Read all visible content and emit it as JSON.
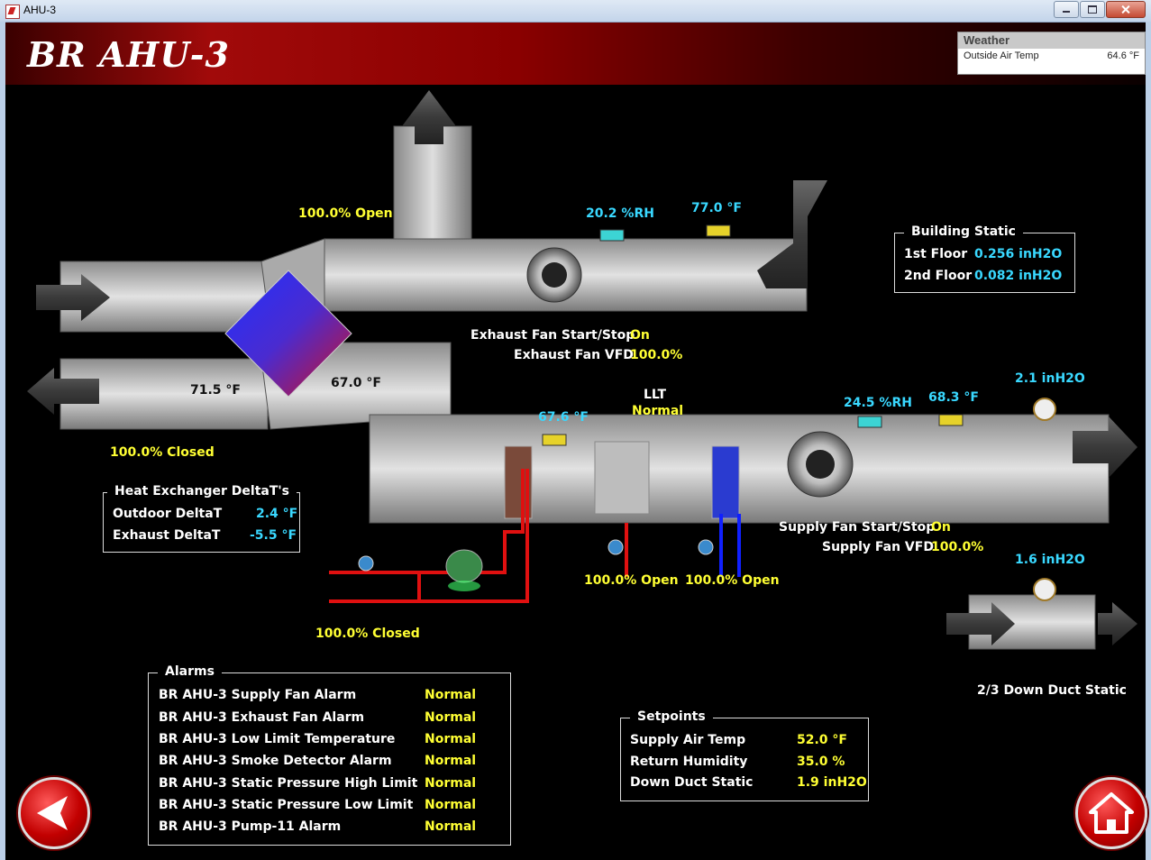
{
  "window": {
    "title": "AHU-3"
  },
  "header": {
    "title": "BR AHU-3"
  },
  "weather": {
    "title": "Weather",
    "label": "Outside Air Temp",
    "value": "64.6 °F"
  },
  "exhaust_damper": "100.0% Open",
  "return_rh": "20.2 %RH",
  "return_temp": "77.0 °F",
  "exhaust_fan": {
    "start_label": "Exhaust Fan Start/Stop",
    "start_value": "On",
    "vfd_label": "Exhaust Fan VFD",
    "vfd_value": "100.0%"
  },
  "outdoor_damper": "100.0% Closed",
  "hx_temp_left": "71.5 °F",
  "hx_temp_right": "67.0 °F",
  "preheat_temp": "67.6 °F",
  "llt": {
    "label": "LLT",
    "value": "Normal"
  },
  "supply_rh": "24.5 %RH",
  "supply_temp": "68.3 °F",
  "supply_static": "2.1 inH2O",
  "supply_fan": {
    "start_label": "Supply Fan Start/Stop",
    "start_value": "On",
    "vfd_label": "Supply Fan VFD",
    "vfd_value": "100.0%"
  },
  "down_duct": {
    "static": "1.6 inH2O",
    "label": "2/3 Down Duct Static"
  },
  "valves": {
    "hot_water": "100.0% Open",
    "chilled_water": "100.0% Open",
    "pump_valve": "100.0% Closed"
  },
  "building_static": {
    "title": "Building Static",
    "rows": [
      {
        "label": "1st Floor",
        "value": "0.256 inH2O"
      },
      {
        "label": "2nd Floor",
        "value": "0.082 inH2O"
      }
    ]
  },
  "hx_delta": {
    "title": "Heat Exchanger DeltaT's",
    "rows": [
      {
        "label": "Outdoor DeltaT",
        "value": "2.4 °F"
      },
      {
        "label": "Exhaust DeltaT",
        "value": "-5.5 °F"
      }
    ]
  },
  "alarms": {
    "title": "Alarms",
    "rows": [
      {
        "label": "BR AHU-3 Supply Fan Alarm",
        "value": "Normal"
      },
      {
        "label": "BR AHU-3 Exhaust Fan Alarm",
        "value": "Normal"
      },
      {
        "label": "BR AHU-3 Low Limit Temperature",
        "value": "Normal"
      },
      {
        "label": "BR AHU-3 Smoke Detector Alarm",
        "value": "Normal"
      },
      {
        "label": "BR AHU-3 Static Pressure High Limit",
        "value": "Normal"
      },
      {
        "label": "BR AHU-3 Static Pressure Low Limit",
        "value": "Normal"
      },
      {
        "label": "BR AHU-3 Pump-11 Alarm",
        "value": "Normal"
      }
    ]
  },
  "setpoints": {
    "title": "Setpoints",
    "rows": [
      {
        "label": "Supply Air Temp",
        "value": "52.0 °F"
      },
      {
        "label": "Return Humidity",
        "value": "35.0 %"
      },
      {
        "label": "Down Duct Static",
        "value": "1.9 inH2O"
      }
    ]
  },
  "nav": {
    "back_icon": "back-arrow-icon",
    "home_icon": "home-icon"
  },
  "colors": {
    "value_yellow": "#ffff33",
    "value_cyan": "#39d8ff",
    "header_red": "#a10a0a",
    "pipe_red": "#e01010",
    "pipe_blue": "#1020ff"
  }
}
